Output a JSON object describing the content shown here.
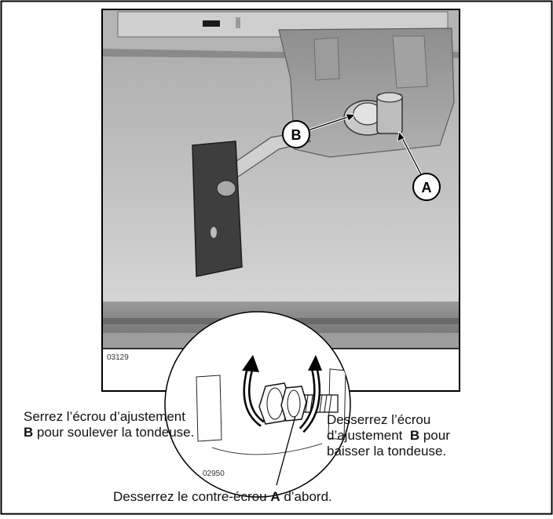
{
  "figure": {
    "photo_code": "03129",
    "inset_code": "02950",
    "callout_b": "B",
    "callout_a": "A"
  },
  "captions": {
    "left": {
      "line1": "Serrez l’écrou d’ajustement",
      "line2_bold": "B",
      "line2_rest": " pour soulever la tondeuse."
    },
    "right": {
      "line1": "Desserrez l’écrou",
      "line2_pre": "d’ajustement  ",
      "line2_bold": "B",
      "line2_post": " pour",
      "line3": "baisser la tondeuse."
    },
    "bottom": {
      "pre": "Desserrez le contre-écrou ",
      "bold": "A",
      "post": " d’abord."
    }
  }
}
